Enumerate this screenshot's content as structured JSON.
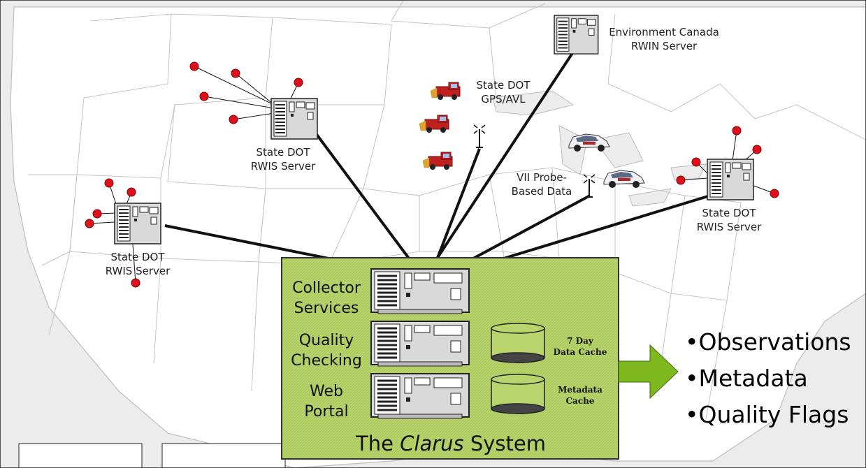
{
  "nodes": {
    "env_canada": "Environment Canada\nRWIN Server",
    "gps_avl": "State DOT\nGPS/AVL",
    "rwis_north": "State DOT\nRWIS Server",
    "rwis_west": "State DOT\nRWIS Server",
    "rwis_east": "State DOT\nRWIS Server",
    "vii": "VII Probe-\nBased Data"
  },
  "system": {
    "title_prefix": "The",
    "title_name": "Clarus",
    "title_suffix": "System",
    "services": [
      "Collector\nServices",
      "Quality\nChecking",
      "Web\nPortal"
    ],
    "caches": [
      "7 Day\nData Cache",
      "Metadata\nCache"
    ]
  },
  "outputs": [
    "Observations",
    "Metadata",
    "Quality Flags"
  ],
  "colors": {
    "system_fill": "#b7d36b",
    "arrow": "#7fb81e",
    "sensor": "#e0101a",
    "server": "#d8d8d8"
  }
}
